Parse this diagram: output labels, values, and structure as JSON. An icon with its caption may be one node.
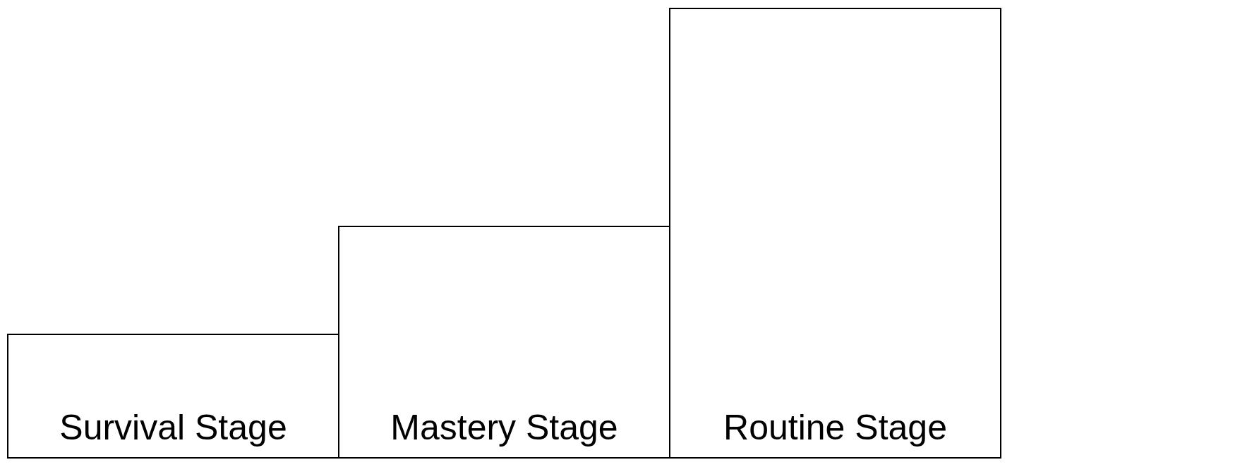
{
  "diagram": {
    "nodes": [
      {
        "text": [
          "Survival Stage"
        ]
      },
      {
        "text": [
          "Mastery Stage"
        ]
      },
      {
        "text": [
          "Routine Stage"
        ]
      }
    ]
  }
}
